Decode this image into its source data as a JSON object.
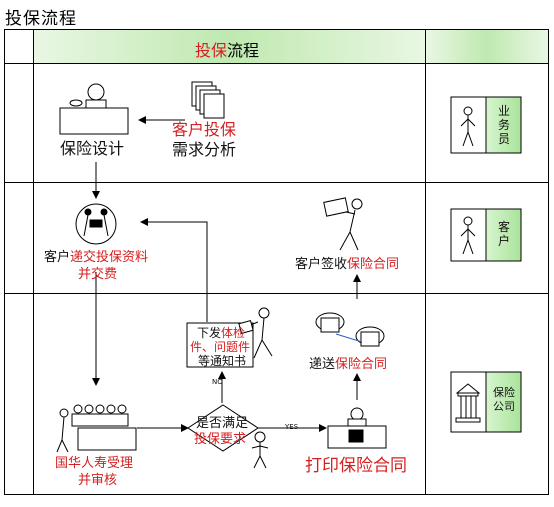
{
  "title": "投保流程",
  "header": {
    "part1": "投保",
    "part2": "流程"
  },
  "lane1": {
    "insurance_design": "保险设计",
    "demand_line1": "客户投保",
    "demand_line2": "需求分析"
  },
  "lane2": {
    "submit_a": "客户",
    "submit_b": "递交投保资料",
    "submit_line2": "并交费",
    "sign_a": "客户签收",
    "sign_b": "保险合同"
  },
  "lane3": {
    "notice_a": "下发",
    "notice_b": "体检",
    "notice_c": "件、问题件",
    "notice_line3": "等通知书",
    "deliver_a": "递送",
    "deliver_b": "保险合同",
    "decision_a": "是否满足",
    "decision_b": "投保要求",
    "no": "NO",
    "yes": "YES",
    "accept_line1": "国华人寿受理",
    "accept_line2": "并审核",
    "print": "打印保险合同"
  },
  "roles": [
    {
      "chars": [
        "业",
        "务",
        "员"
      ]
    },
    {
      "chars": [
        "客",
        "户"
      ]
    },
    {
      "chars": [
        "保险",
        "公司"
      ]
    }
  ],
  "colors": {
    "red_text": "#d42020",
    "header_green": "#c6ecb6",
    "role_green": "#c9f0c0"
  }
}
